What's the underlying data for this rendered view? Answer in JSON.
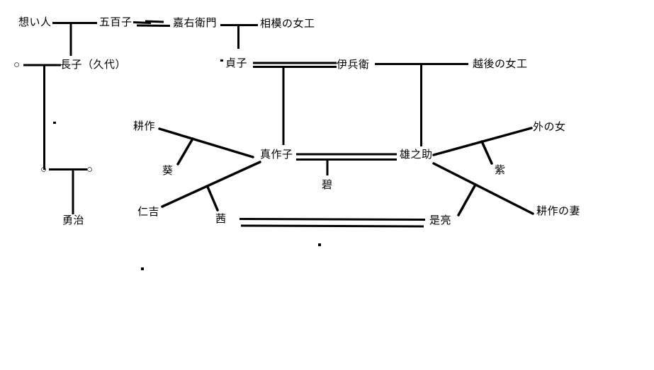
{
  "diagram": {
    "type": "family-tree",
    "background_color": "#ffffff",
    "ink_color": "#000000",
    "people": {
      "omoibito": "想い人",
      "ioko": "五百子",
      "kaemon": "嘉右衛門",
      "sagami_worker": "相模の女工",
      "choshi_hisayo": "長子（久代）",
      "sadako": "貞子",
      "ihei": "伊兵衛",
      "echigo_worker": "越後の女工",
      "kosaku": "耕作",
      "aoi": "葵",
      "masakoko": "真作子",
      "yunosuke": "雄之助",
      "outside_woman": "外の女",
      "murasaki": "紫",
      "midori": "碧",
      "nikichi": "仁吉",
      "akane": "茜",
      "koresuke": "是亮",
      "kosaku_wife": "耕作の妻",
      "yuji": "勇治"
    },
    "symbols": {
      "unknown_person": "○"
    },
    "relationships": [
      {
        "type": "union-line",
        "a": "omoibito",
        "b": "ioko",
        "child": "choshi_hisayo"
      },
      {
        "type": "marriage-double-line",
        "a": "ioko",
        "b": "kaemon"
      },
      {
        "type": "union-line",
        "a": "kaemon",
        "b": "sagami_worker",
        "child": "sadako"
      },
      {
        "type": "union-line",
        "a": "unknown_person",
        "b": "choshi_hisayo",
        "child": "unknown_person_2"
      },
      {
        "type": "union-line",
        "a": "unknown_person_2",
        "b": "unknown_person_3",
        "child": "yuji"
      },
      {
        "type": "marriage-double-line",
        "a": "sadako",
        "b": "ihei",
        "child": "masakoko"
      },
      {
        "type": "union-line",
        "a": "ihei",
        "b": "echigo_worker",
        "child": "yunosuke"
      },
      {
        "type": "marriage-double-line",
        "a": "masakoko",
        "b": "yunosuke",
        "child": "midori"
      },
      {
        "type": "union-diagonal",
        "a": "kosaku",
        "b": "masakoko",
        "child": "aoi"
      },
      {
        "type": "union-diagonal",
        "a": "nikichi",
        "b": "masakoko",
        "child": "akane"
      },
      {
        "type": "union-diagonal",
        "a": "yunosuke",
        "b": "outside_woman",
        "child": "murasaki"
      },
      {
        "type": "union-diagonal",
        "a": "yunosuke",
        "b": "kosaku_wife",
        "child": "koresuke"
      },
      {
        "type": "marriage-double-line",
        "a": "akane",
        "b": "koresuke"
      }
    ]
  }
}
